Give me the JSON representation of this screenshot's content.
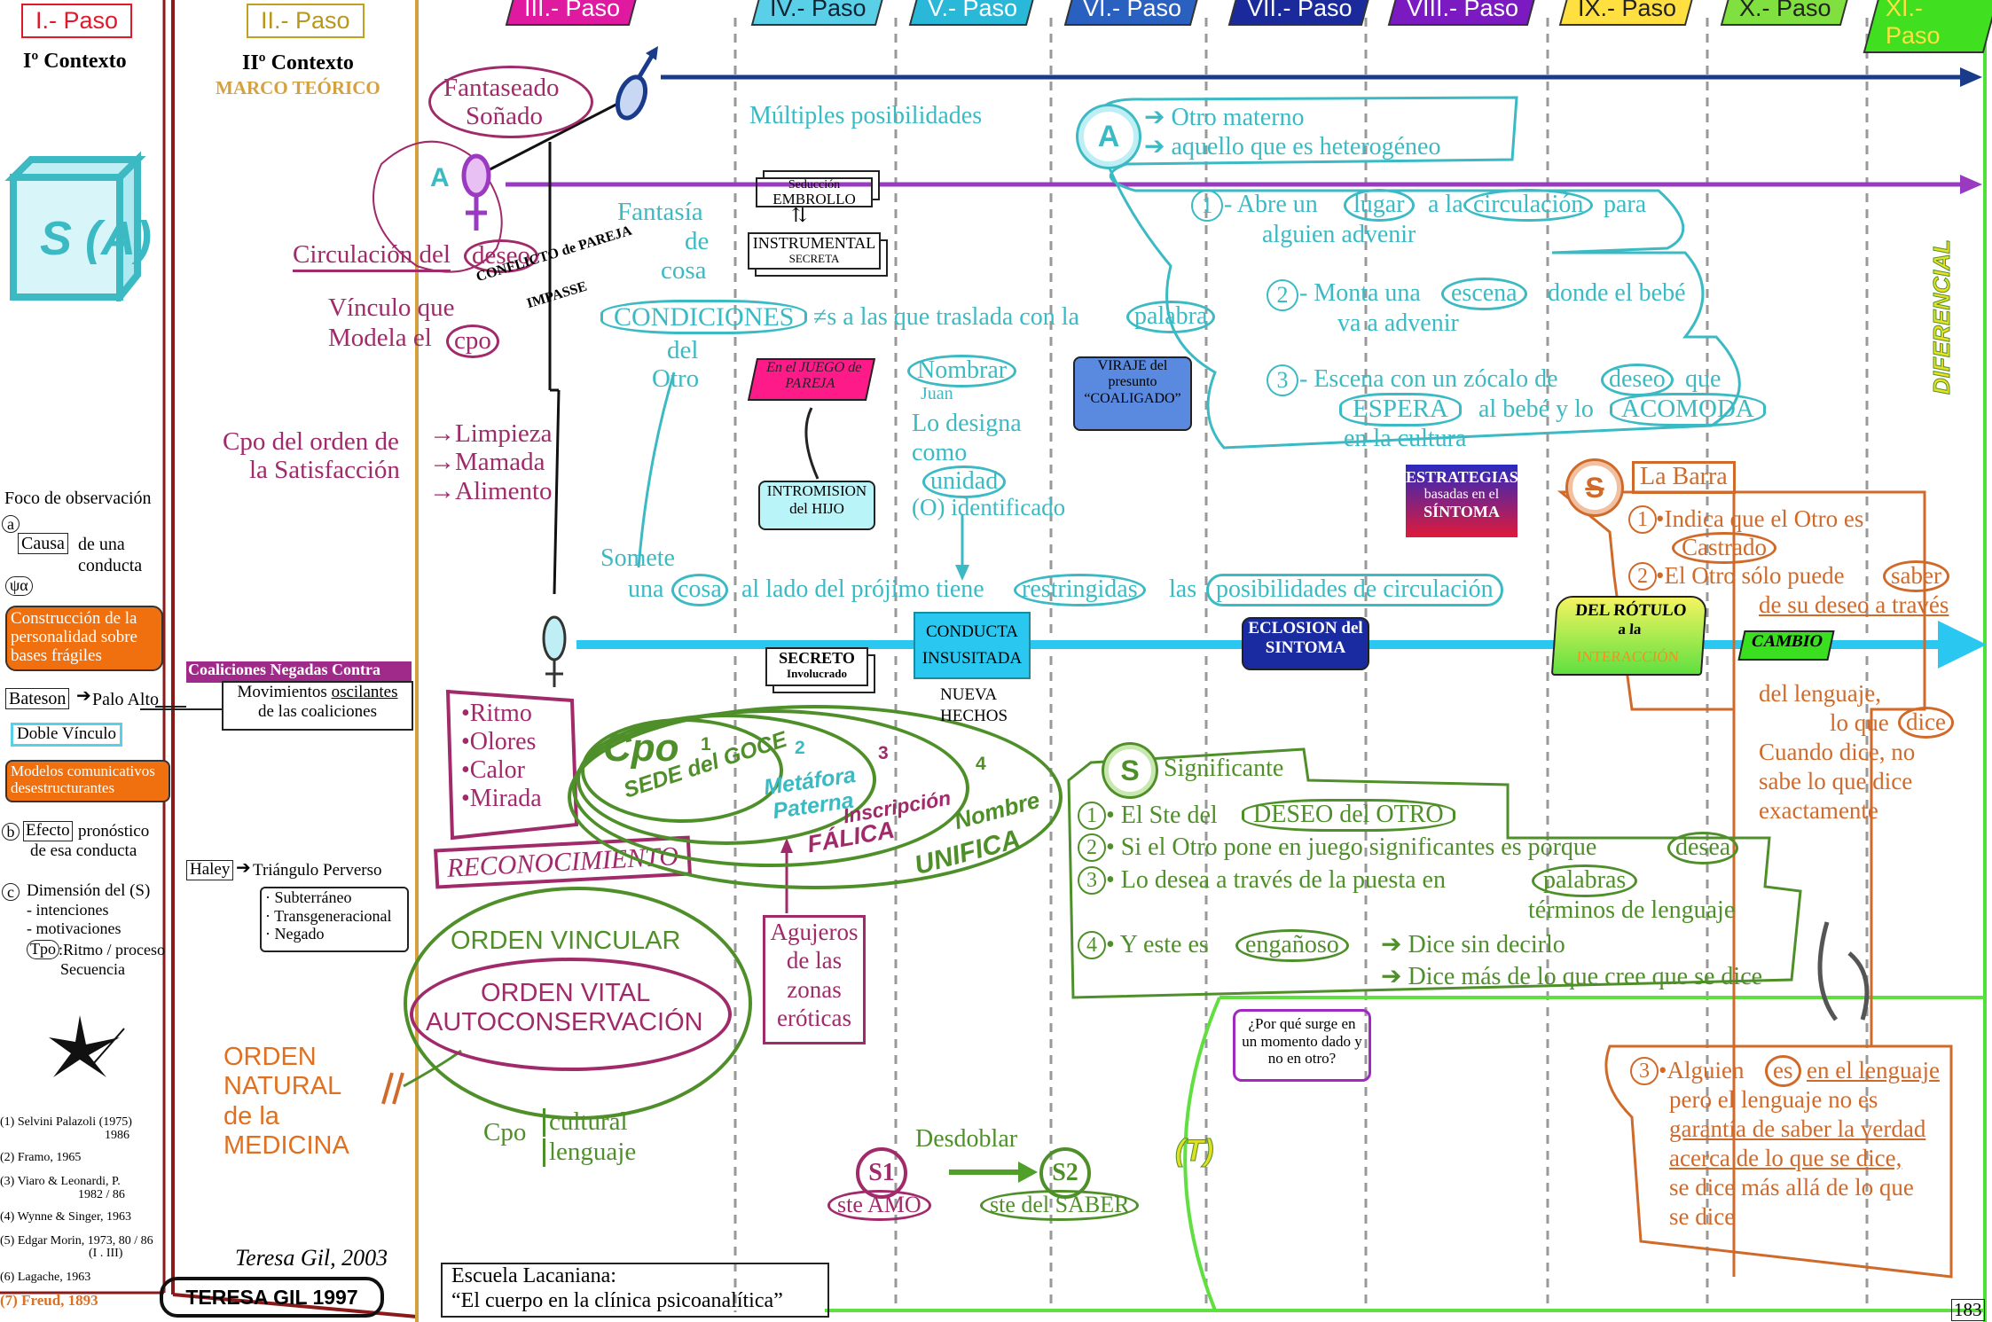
{
  "pasos": [
    "I.- Paso",
    "II.- Paso",
    "III.- Paso",
    "IV.- Paso",
    "V.- Paso",
    "VI.- Paso",
    "VII.- Paso",
    "VIII.- Paso",
    "IX.- Paso",
    "X.- Paso",
    "XI.- Paso"
  ],
  "contexto1": "Iº Contexto",
  "contexto2": "IIº Contexto",
  "marco": "MARCO TEÓRICO",
  "sa": "S (A)",
  "left": {
    "foco": "Foco de observación",
    "a_marker": "a",
    "causa": "Causa",
    "de_una": "de una",
    "conducta": "conducta",
    "psi": "ψα",
    "construccion": "Construcción de la personalidad sobre bases frágiles",
    "bateson": "Bateson",
    "palo_alto": "Palo Alto",
    "doble": "Doble Vínculo",
    "modelos": "Modelos comunicativos desestructurantes",
    "b_marker": "b",
    "efecto": "Efecto",
    "pronostico": "pronóstico",
    "de_esa": "de esa conducta",
    "c_marker": "c",
    "dimension": "Dimensión del (S)",
    "intenciones": "- intenciones",
    "motivaciones": "- motivaciones",
    "tpo": "Tpo",
    "ritmo_proceso": ":Ritmo / proceso",
    "secuencia": "Secuencia",
    "refs": [
      "(1) Selvini Palazoli (1975)",
      "1986",
      "(2) Framo, 1965",
      "(3) Viaro & Leonardi, P.",
      "1982 / 86",
      "(4) Wynne & Singer, 1963",
      "(5) Edgar Morin, 1973, 80 / 86",
      "(I . III)",
      "(6) Lagache, 1963",
      "(7) Freud, 1893"
    ]
  },
  "col2": {
    "coaliciones": "Coaliciones Negadas Contra",
    "movimientos": "Movimientos",
    "oscilantes": "oscilantes",
    "de_coaliciones": "de las coaliciones",
    "haley": "Haley",
    "triangulo": "Triángulo Perverso",
    "sub": "· Subterráneo",
    "trans": "· Transgeneracional",
    "negado": "· Negado",
    "orden_natural": "ORDEN NATURAL de la MEDICINA",
    "signature": "Teresa Gil, 2003",
    "teresa": "TERESA GIL 1997"
  },
  "center": {
    "fantaseado": "Fantaseado",
    "sonado": "Soñado",
    "a_letter": "A",
    "circulacion": "Circulación del",
    "deseo": "deseo",
    "conflicto": "CONFLICTO de PAREJA",
    "impasse": "IMPASSE",
    "vinculo": "Vínculo que",
    "modela": "Modela el",
    "cpo": "cpo",
    "cpo_orden": "Cpo del orden de",
    "satisfaccion": "la Satisfacción",
    "limpieza": "→Limpieza",
    "mamada": "→Mamada",
    "alimento": "→Alimento",
    "ritmo": "•Ritmo",
    "olores": "•Olores",
    "calor": "•Calor",
    "mirada": "•Mirada",
    "reconocimiento": "RECONOCIMIENTO",
    "cpo_big": "Cpo",
    "sede": "SEDE del GOCE",
    "metafora": "Metáfora Paterna",
    "inscripcion": "Inscripción",
    "falica": "FÁLICA",
    "nombre": "Nombre",
    "unifica": "UNIFICA",
    "n1": "1",
    "n2": "2",
    "n3": "3",
    "n4": "4",
    "orden_vincular": "ORDEN VINCULAR",
    "orden_vital": "ORDEN VITAL",
    "autoconservacion": "AUTOCONSERVACIÓN",
    "agujeros": "Agujeros de las zonas eróticas",
    "cpo_cultural": "Cpo",
    "cultural": "cultural",
    "lenguaje": "lenguaje",
    "multiples": "Múltiples posibilidades",
    "fantasia": "Fantasía",
    "de": "de",
    "cosa": "cosa",
    "condiciones": "CONDICIONES",
    "neq": "≠s a las que traslada con la",
    "palabra": "palabra",
    "del_otro": "del",
    "otro": "Otro",
    "somete": "Somete",
    "una": "una",
    "cosa2": "cosa",
    "al_lado": "al lado del prójimo tiene",
    "restringidas": "restringidas",
    "las": "las",
    "posibilidades": "posibilidades de circulación",
    "seduccion": "Seducción",
    "embrollo": "EMBROLLO",
    "instrumental": "INSTRUMENTAL",
    "secreta": "SECRETA",
    "juego": "En el JUEGO de PAREJA",
    "intromision": "INTROMISION del HIJO",
    "nombrar": "Nombrar",
    "juan": "Juan",
    "lo_designa": "Lo designa",
    "como": "como",
    "unidad": "unidad",
    "identificado": "(O) identificado",
    "viraje": "VIRAJE del presunto “COALIGADO”",
    "secreto": "SECRETO",
    "involucrado": "Involucrado",
    "conducta_insolita": "CONDUCTA INSUSITADA",
    "nueva": "NUEVA",
    "hechos": "HECHOS",
    "eclosion": "ECLOSION del SINTOMA",
    "del_rotulo": "DEL RÓTULO",
    "a_la": "a la",
    "interaccion": "INTERACCIÓN",
    "cambio": "CAMBIO",
    "estrategias": "ESTRATEGIAS",
    "basadas": "basadas en el",
    "sintoma": "SÍNTOMA",
    "desdoblar": "Desdoblar",
    "s1": "S1",
    "s2": "S2",
    "ste_amo": "ste AMO",
    "ste_saber": "ste del SABER",
    "escuela": "Escuela Lacaniana:",
    "cuerpo": "“El cuerpo en la clínica psicoanalítica”",
    "porque": "¿Por qué surge en un momento dado y no en otro?",
    "t_mark": "(T)",
    "diferencial": "DIFERENCIAL",
    "page": "183"
  },
  "right": {
    "a_big": "A",
    "otro_materno": "Otro materno",
    "aquello": "aquello que es heterogéneo",
    "r1_a": "- Abre un",
    "lugar": "lugar",
    "a_la": "a la",
    "circulacion": "circulación",
    "para": "para",
    "alguien": "alguien advenir",
    "r2_a": "- Monta una",
    "escena": "escena",
    "donde": "donde el bebé",
    "va_a": "va a advenir",
    "r3_a": "- Escena con un zócalo de",
    "deseo": "deseo",
    "que": "que",
    "espera": "ESPERA",
    "al_bebe": "al bebé y lo",
    "acomoda": "ACOMODA",
    "cultura": "en la cultura",
    "n1": "1",
    "n2": "2",
    "n3": "3",
    "s_barra": "S",
    "la_barra": "La Barra",
    "indica": "•Indica que el Otro es",
    "castrado": "Castrado",
    "el_otro": "•El Otro sólo puede",
    "saber": "saber",
    "de_su": "de su deseo a través",
    "del_lenguaje": "del lenguaje,",
    "lo_que": "lo que",
    "dice": "dice",
    "cuando": "Cuando dice, no",
    "sabe": "sabe lo que dice",
    "exactamente": "exactamente",
    "s_sig": "S",
    "significante": "Significante",
    "g1a": "• El Ste del",
    "g1b": "DESEO del OTRO",
    "g2a": "• Si el Otro pone en juego significantes es porque",
    "g2b": "desea",
    "g3a": "• Lo desea a través de la puesta en",
    "palabras": "palabras",
    "terminos": "términos de lenguaje",
    "g4a": "• Y este es",
    "enganoso": "engañoso",
    "dice_sin": "Dice sin decirlo",
    "dice_mas": "Dice más de lo que cree que se dice",
    "o3a": "•Alguien",
    "es": "es",
    "en_el": "en el lenguaje",
    "pero": "pero el lenguaje no es",
    "garantia": "garantía de saber la verdad",
    "acerca": "acerca de lo que se dice,",
    "se_dice": "se dice más allá de lo que",
    "se_dice2": "se dice"
  }
}
